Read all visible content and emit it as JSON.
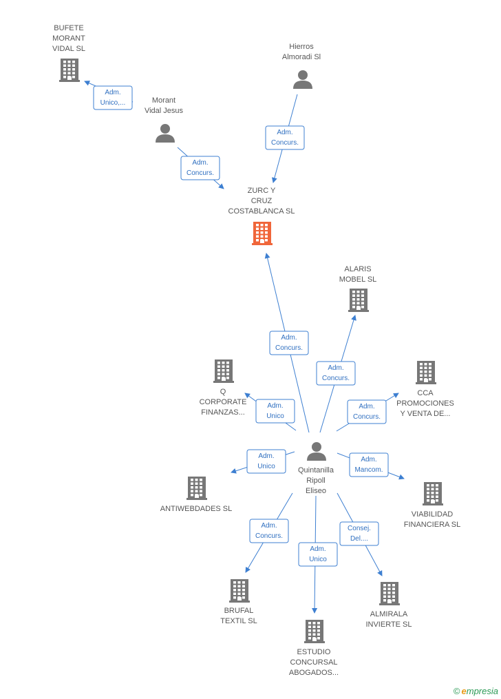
{
  "colors": {
    "edge": "#3d7fd1",
    "company": "#777777",
    "focus": "#f0663a",
    "person": "#777777"
  },
  "nodes": [
    {
      "id": "zurc",
      "type": "company",
      "focus": true,
      "lines": [
        "ZURC Y",
        "CRUZ",
        "COSTABLANCA SL"
      ]
    },
    {
      "id": "bufete",
      "type": "company",
      "lines": [
        "BUFETE",
        "MORANT",
        "VIDAL SL"
      ]
    },
    {
      "id": "hierros",
      "type": "person",
      "lines": [
        "Hierros",
        "Almoradi Sl"
      ]
    },
    {
      "id": "morant",
      "type": "person",
      "lines": [
        "Morant",
        "Vidal Jesus"
      ]
    },
    {
      "id": "alaris",
      "type": "company",
      "lines": [
        "ALARIS",
        "MOBEL SL"
      ]
    },
    {
      "id": "q",
      "type": "company",
      "lines": [
        "Q",
        "CORPORATE",
        "FINANZAS..."
      ]
    },
    {
      "id": "cca",
      "type": "company",
      "lines": [
        "CCA",
        "PROMOCIONES",
        "Y VENTA DE..."
      ]
    },
    {
      "id": "quintanilla",
      "type": "person",
      "lines": [
        "Quintanilla",
        "Ripoll",
        "Eliseo"
      ]
    },
    {
      "id": "antiweb",
      "type": "company",
      "lines": [
        "ANTIWEBDADES SL"
      ]
    },
    {
      "id": "viabilidad",
      "type": "company",
      "lines": [
        "VIABILIDAD",
        "FINANCIERA SL"
      ]
    },
    {
      "id": "brufal",
      "type": "company",
      "lines": [
        "BRUFAL",
        "TEXTIL SL"
      ]
    },
    {
      "id": "almirala",
      "type": "company",
      "lines": [
        "ALMIRALA",
        "INVIERTE SL"
      ]
    },
    {
      "id": "estudio",
      "type": "company",
      "lines": [
        "ESTUDIO",
        "CONCURSAL",
        "ABOGADOS..."
      ]
    }
  ],
  "edges": [
    {
      "from": "morant",
      "to": "bufete",
      "label": [
        "Adm.",
        "Unico,..."
      ]
    },
    {
      "from": "hierros",
      "to": "zurc",
      "label": [
        "Adm.",
        "Concurs."
      ]
    },
    {
      "from": "morant",
      "to": "zurc",
      "label": [
        "Adm.",
        "Concurs."
      ]
    },
    {
      "from": "quintanilla",
      "to": "zurc",
      "label": [
        "Adm.",
        "Concurs."
      ]
    },
    {
      "from": "quintanilla",
      "to": "alaris",
      "label": [
        "Adm.",
        "Concurs."
      ]
    },
    {
      "from": "quintanilla",
      "to": "q",
      "label": [
        "Adm.",
        "Unico"
      ]
    },
    {
      "from": "quintanilla",
      "to": "cca",
      "label": [
        "Adm.",
        "Concurs."
      ]
    },
    {
      "from": "quintanilla",
      "to": "antiweb",
      "label": [
        "Adm.",
        "Unico"
      ]
    },
    {
      "from": "quintanilla",
      "to": "viabilidad",
      "label": [
        "Adm.",
        "Mancom."
      ]
    },
    {
      "from": "quintanilla",
      "to": "brufal",
      "label": [
        "Adm.",
        "Concurs."
      ]
    },
    {
      "from": "quintanilla",
      "to": "estudio",
      "label": [
        "Adm.",
        "Unico"
      ]
    },
    {
      "from": "quintanilla",
      "to": "almirala",
      "label": [
        "Consej.",
        "Del...."
      ]
    }
  ],
  "brand": {
    "copyright": "©",
    "initial": "e",
    "rest": "mpresia"
  }
}
